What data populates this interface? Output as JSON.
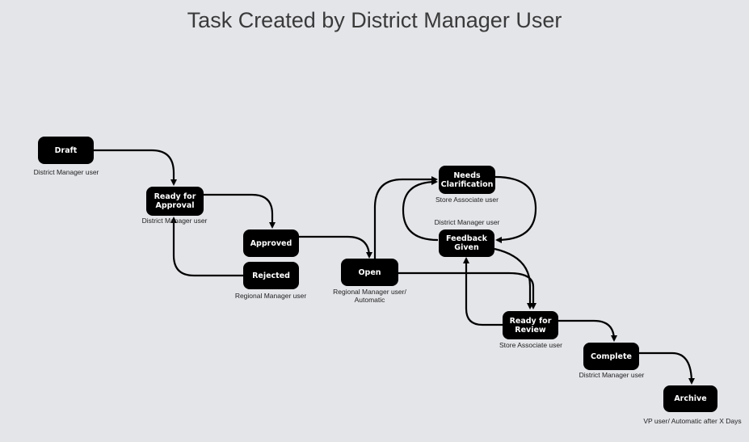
{
  "title": "Task Created by District Manager User",
  "nodes": {
    "draft": {
      "label": "Draft",
      "caption": "District Manager user"
    },
    "ready_for_approval": {
      "label": "Ready for\nApproval",
      "caption": "District Manager user"
    },
    "approved": {
      "label": "Approved"
    },
    "rejected": {
      "label": "Rejected",
      "caption": "Regional Manager user"
    },
    "open": {
      "label": "Open",
      "caption": "Regional Manager user/\nAutomatic"
    },
    "needs_clarification": {
      "label": "Needs\nClarification",
      "caption": "Store Associate user"
    },
    "feedback_given": {
      "label": "Feedback\nGiven",
      "caption": "District Manager user"
    },
    "ready_for_review": {
      "label": "Ready for\nReview",
      "caption": "Store Associate user"
    },
    "complete": {
      "label": "Complete",
      "caption": "District Manager user"
    },
    "archive": {
      "label": "Archive",
      "caption": "VP user/ Automatic after X Days"
    }
  },
  "edges": [
    {
      "from": "draft",
      "to": "ready_for_approval"
    },
    {
      "from": "ready_for_approval",
      "to": "approved"
    },
    {
      "from": "rejected",
      "to": "ready_for_approval"
    },
    {
      "from": "approved",
      "to": "open"
    },
    {
      "from": "open",
      "to": "needs_clarification"
    },
    {
      "from": "open",
      "to": "ready_for_review"
    },
    {
      "from": "needs_clarification",
      "to": "feedback_given"
    },
    {
      "from": "feedback_given",
      "to": "needs_clarification"
    },
    {
      "from": "feedback_given",
      "to": "ready_for_review"
    },
    {
      "from": "ready_for_review",
      "to": "feedback_given"
    },
    {
      "from": "ready_for_review",
      "to": "complete"
    },
    {
      "from": "complete",
      "to": "archive"
    }
  ]
}
